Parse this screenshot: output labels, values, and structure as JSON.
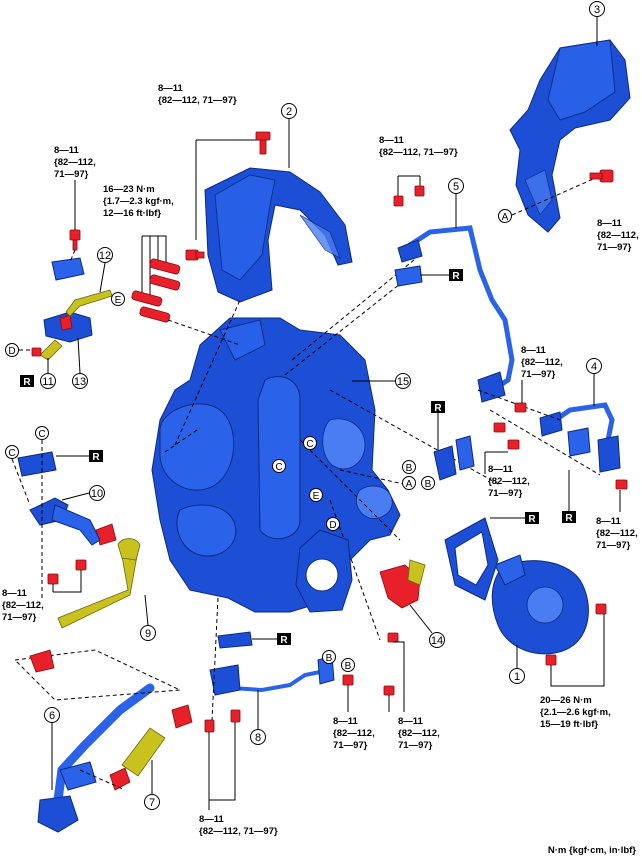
{
  "callouts": {
    "c1": "1",
    "c2": "2",
    "c3": "3",
    "c4": "4",
    "c5": "5",
    "c6": "6",
    "c7": "7",
    "c8": "8",
    "c9": "9",
    "c10": "10",
    "c11": "11",
    "c12": "12",
    "c13": "13",
    "c14": "14",
    "c15": "15"
  },
  "letter_marks": {
    "A": "A",
    "B": "B",
    "C": "C",
    "D": "D",
    "E": "E"
  },
  "replace_mark": "R",
  "torques": {
    "t_8_11": "8—11",
    "t_8_11_full": "{82—112, 71—97}",
    "t_8_11_a": "{82—112,",
    "t_8_11_b": "71—97}",
    "t_16_23": "16—23 N·m",
    "t_16_23_b": "{1.7—2.3 kgf·m,",
    "t_16_23_c": "12—16 ft·lbf}",
    "t_20_26": "20—26 N·m",
    "t_20_26_b": "{2.1—2.6 kgf·m,",
    "t_20_26_c": "15—19 ft·lbf}"
  },
  "units_note": "N·m {kgf·cm, in·lbf}",
  "colors": {
    "part_blue": "#1d4fd6",
    "bolt_red": "#e8202a",
    "hose_yellow": "#c9c21e",
    "outline": "#000000"
  }
}
